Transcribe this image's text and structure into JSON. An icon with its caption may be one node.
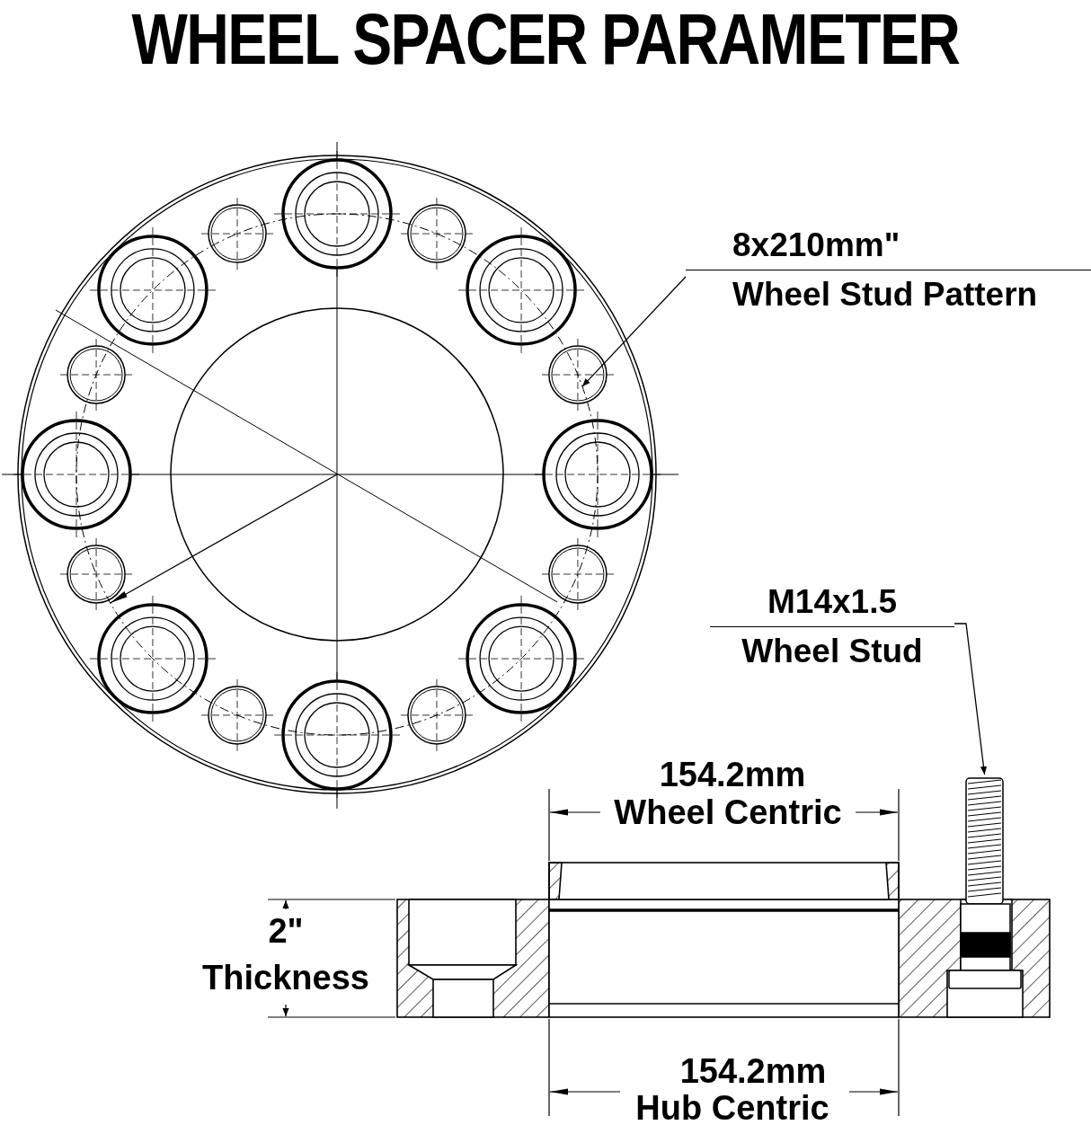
{
  "diagram": {
    "title": "WHEEL SPACER PARAMETER",
    "nodes": [
      {
        "text": [
          "8x210mm\"",
          "Wheel Stud Pattern"
        ]
      },
      {
        "text": [],
        "shape": "circle"
      },
      {
        "text": [
          "M14x1.5",
          "Wheel Stud"
        ]
      },
      {
        "text": [],
        "shape": "picture"
      }
    ],
    "edges": [
      {
        "from": 0,
        "to": 1,
        "arrow": "to"
      },
      {
        "from": 2,
        "to": 3,
        "arrow": "to"
      }
    ],
    "labels": [
      "154.2mm",
      "Wheel Centric",
      "2\"",
      "Thickness",
      "154.2mm",
      "Hub Centric"
    ]
  }
}
